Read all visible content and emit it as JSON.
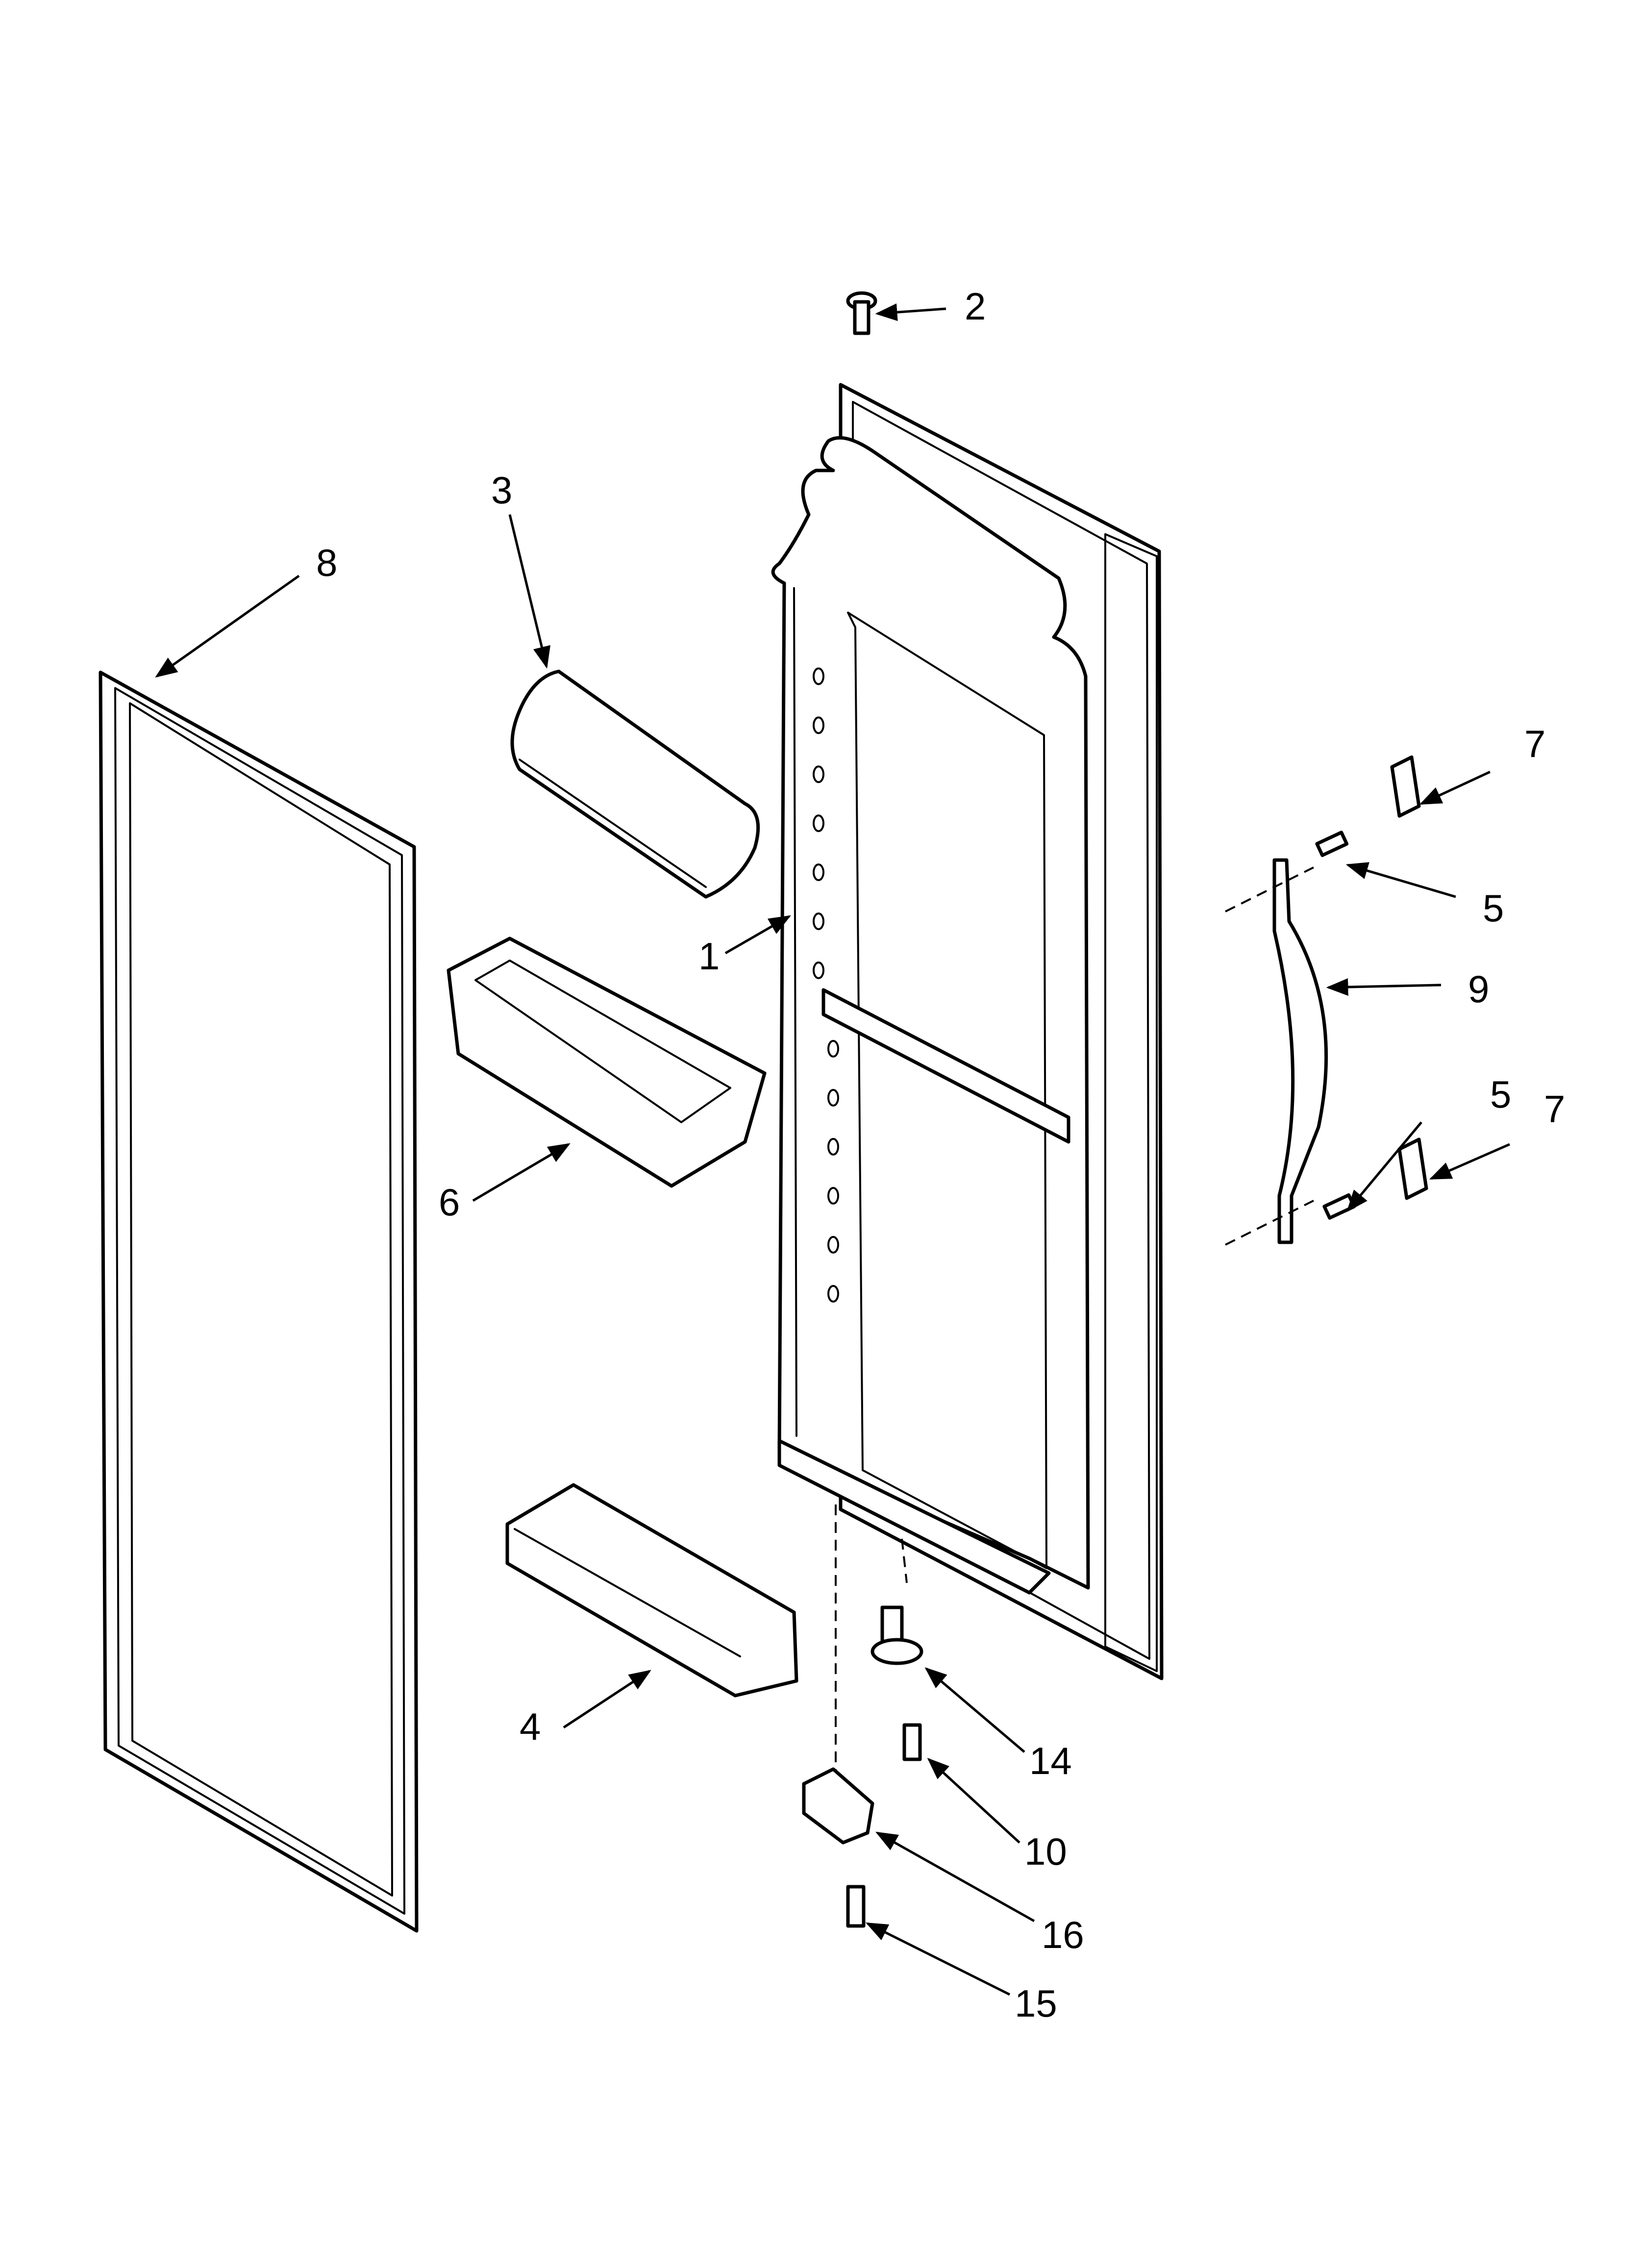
{
  "callouts": [
    {
      "id": "c1",
      "text": "1"
    },
    {
      "id": "c2",
      "text": "2"
    },
    {
      "id": "c3",
      "text": "3"
    },
    {
      "id": "c4",
      "text": "4"
    },
    {
      "id": "c5a",
      "text": "5"
    },
    {
      "id": "c5b",
      "text": "5"
    },
    {
      "id": "c6",
      "text": "6"
    },
    {
      "id": "c7a",
      "text": "7"
    },
    {
      "id": "c7b",
      "text": "7"
    },
    {
      "id": "c8",
      "text": "8"
    },
    {
      "id": "c9",
      "text": "9"
    },
    {
      "id": "c10",
      "text": "10"
    },
    {
      "id": "c14",
      "text": "14"
    },
    {
      "id": "c15",
      "text": "15"
    },
    {
      "id": "c16",
      "text": "16"
    }
  ],
  "colors": {
    "ink": "#000000",
    "paper": "#ffffff"
  }
}
